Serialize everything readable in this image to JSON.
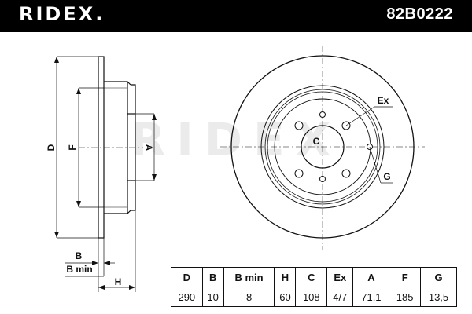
{
  "header": {
    "brand": "RIDEX.",
    "part_number": "82B0222"
  },
  "watermark": "RIDEX",
  "labels": {
    "D": "D",
    "F": "F",
    "A": "A",
    "B": "B",
    "B_min": "B min",
    "H": "H",
    "C": "C",
    "Ex": "Ex",
    "G": "G"
  },
  "spec_table": {
    "headers": [
      "D",
      "B",
      "B min",
      "H",
      "C",
      "Ex",
      "A",
      "F",
      "G"
    ],
    "values": [
      "290",
      "10",
      "8",
      "60",
      "108",
      "4/7",
      "71,1",
      "185",
      "13,5"
    ]
  },
  "colors": {
    "header_bg": "#000000",
    "header_text": "#ffffff",
    "line": "#111111",
    "watermark": "#e8e8e8"
  }
}
